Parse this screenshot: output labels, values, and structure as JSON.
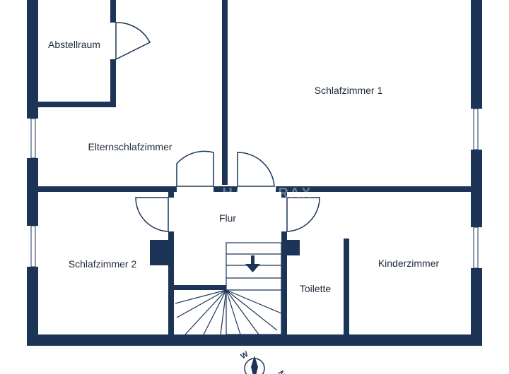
{
  "plan": {
    "wall_color": "#1c3557",
    "rooms": {
      "abstellraum": "Abstellraum",
      "schlafzimmer1": "Schlafzimmer 1",
      "elternschlafzimmer": "Elternschlafzimmer",
      "flur": "Flur",
      "schlafzimmer2": "Schlafzimmer 2",
      "kinderzimmer": "Kinderzimmer",
      "toilette": "Toilette"
    },
    "watermark": "HAUSTRAX",
    "stairs": {
      "direction": "down",
      "icon": "arrow-down-icon"
    },
    "compass": {
      "icon": "compass-rose-icon",
      "letters": [
        "W",
        "N"
      ]
    }
  }
}
